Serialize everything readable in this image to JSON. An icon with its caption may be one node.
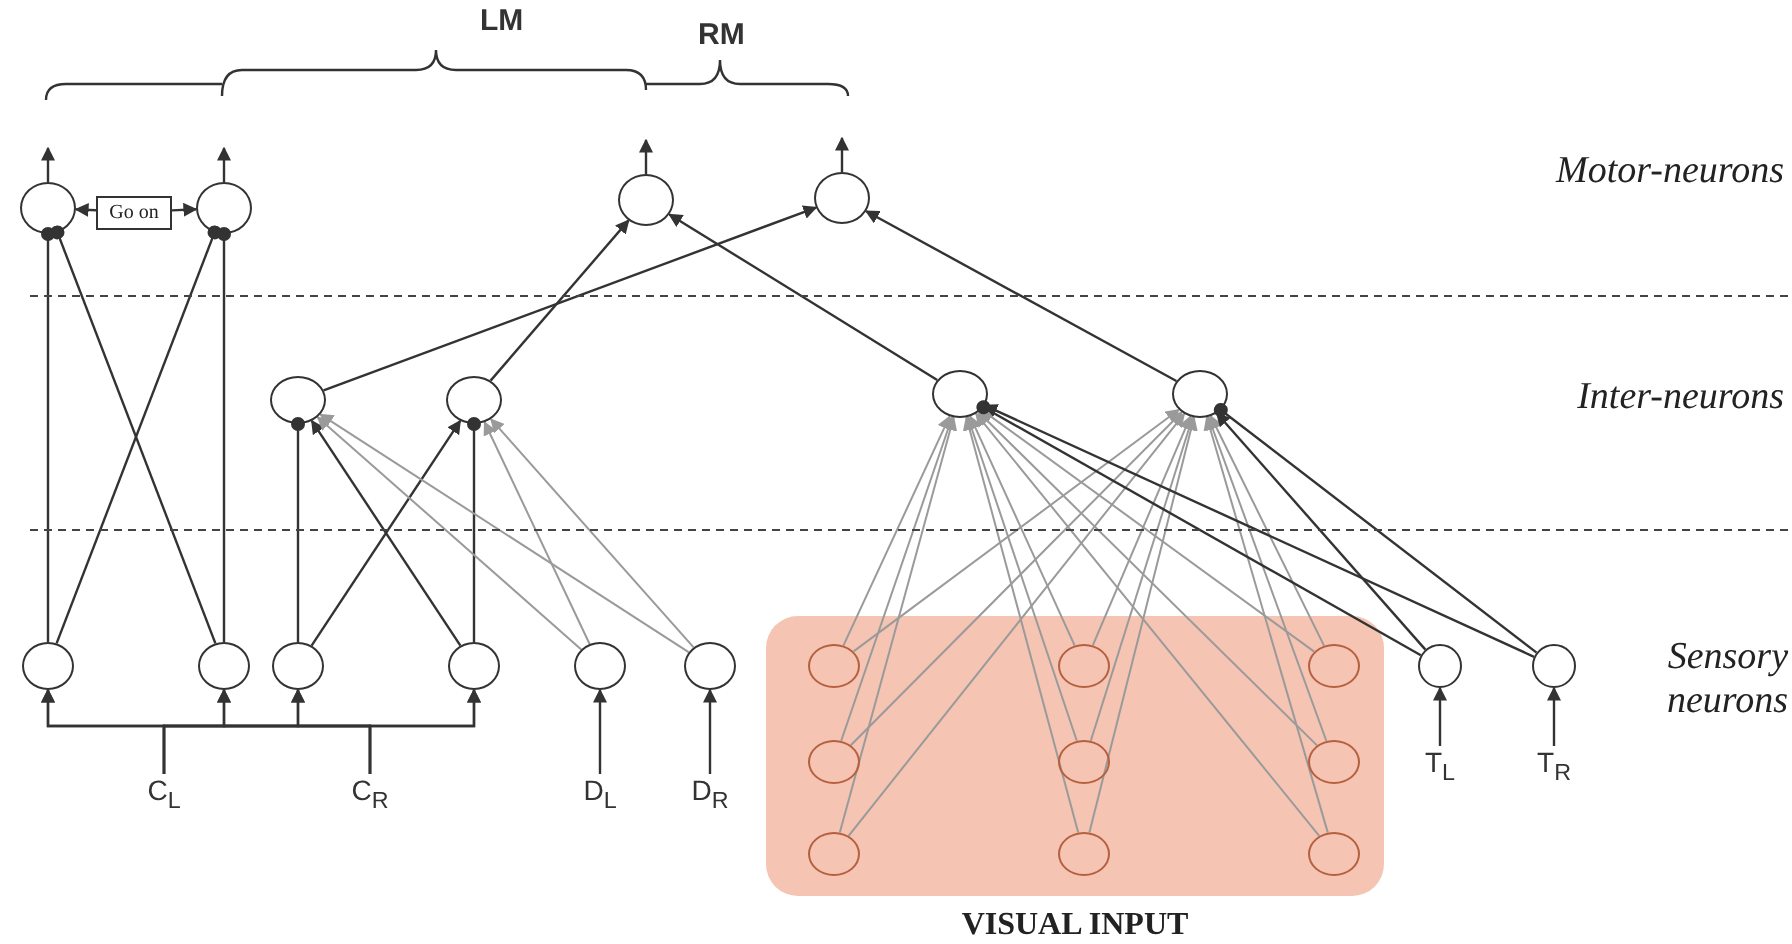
{
  "diagram": {
    "nodes": [
      {
        "text": [],
        "shape": "circle"
      },
      {
        "text": [],
        "shape": "circle"
      },
      {
        "text": [],
        "shape": "circle"
      },
      {
        "text": [],
        "shape": "circle"
      },
      {
        "text": [
          "Go on"
        ]
      },
      {
        "text": [],
        "shape": "circle"
      },
      {
        "text": [],
        "shape": "circle"
      },
      {
        "text": [],
        "shape": "circle"
      },
      {
        "text": [],
        "shape": "circle"
      },
      {
        "text": [],
        "shape": "circle"
      },
      {
        "text": [],
        "shape": "circle"
      },
      {
        "text": [],
        "shape": "circle"
      },
      {
        "text": [],
        "shape": "circle"
      },
      {
        "text": [],
        "shape": "circle"
      },
      {
        "text": [],
        "shape": "circle"
      },
      {
        "text": [
          "VISUAL INPUT"
        ]
      },
      {
        "text": [],
        "shape": "circle",
        "in": 15
      },
      {
        "text": [],
        "shape": "circle",
        "in": 15
      },
      {
        "text": [],
        "shape": "circle",
        "in": 15
      },
      {
        "text": [],
        "shape": "circle",
        "in": 15
      },
      {
        "text": [],
        "shape": "circle",
        "in": 15
      },
      {
        "text": [],
        "shape": "circle",
        "in": 15
      },
      {
        "text": [],
        "shape": "circle",
        "in": 15
      },
      {
        "text": [],
        "shape": "circle",
        "in": 15
      },
      {
        "text": [],
        "shape": "circle",
        "in": 15
      },
      {
        "text": [],
        "shape": "circle"
      },
      {
        "text": [],
        "shape": "circle"
      },
      {
        "text": [
          "C$_{L}$"
        ]
      },
      {
        "text": [
          "C$_{R}$"
        ]
      },
      {
        "text": [
          "D$_{L}$"
        ]
      },
      {
        "text": [
          "D$_{R}$"
        ]
      },
      {
        "text": [
          "T$_{L}$"
        ]
      },
      {
        "text": [
          "T$_{R}$"
        ]
      }
    ],
    "edges": [
      {
        "from": 0,
        "to": null,
        "arrow": "to"
      },
      {
        "from": 1,
        "to": null,
        "arrow": "to"
      },
      {
        "from": 2,
        "to": null,
        "arrow": "to"
      },
      {
        "from": 3,
        "to": null,
        "arrow": "to"
      },
      {
        "from": 4,
        "to": 0,
        "arrow": "to"
      },
      {
        "from": 4,
        "to": 1,
        "arrow": "to"
      },
      {
        "from": 9,
        "to": 0,
        "arrow": "other"
      },
      {
        "from": 10,
        "to": 0,
        "arrow": "other"
      },
      {
        "from": 9,
        "to": 1,
        "arrow": "other"
      },
      {
        "from": 10,
        "to": 1,
        "arrow": "other"
      },
      {
        "from": 5,
        "to": 3,
        "arrow": "to"
      },
      {
        "from": 6,
        "to": 2,
        "arrow": "to"
      },
      {
        "from": 7,
        "to": 2,
        "arrow": "to"
      },
      {
        "from": 8,
        "to": 3,
        "arrow": "to"
      },
      {
        "from": 11,
        "to": 5,
        "arrow": "other"
      },
      {
        "from": 12,
        "to": 5,
        "arrow": "to"
      },
      {
        "from": 11,
        "to": 6,
        "arrow": "to"
      },
      {
        "from": 12,
        "to": 6,
        "arrow": "other"
      },
      {
        "from": 13,
        "to": 5,
        "arrow": "to",
        "color": "#9a9a9a"
      },
      {
        "from": 14,
        "to": 5,
        "arrow": "to",
        "color": "#9a9a9a"
      },
      {
        "from": 13,
        "to": 6,
        "arrow": "to",
        "color": "#9a9a9a"
      },
      {
        "from": 14,
        "to": 6,
        "arrow": "to",
        "color": "#9a9a9a"
      },
      {
        "from": 16,
        "to": 7,
        "arrow": "to",
        "color": "#9a9a9a"
      },
      {
        "from": 16,
        "to": 8,
        "arrow": "to",
        "color": "#9a9a9a"
      },
      {
        "from": 17,
        "to": 7,
        "arrow": "to",
        "color": "#9a9a9a"
      },
      {
        "from": 17,
        "to": 8,
        "arrow": "to",
        "color": "#9a9a9a"
      },
      {
        "from": 18,
        "to": 7,
        "arrow": "to",
        "color": "#9a9a9a"
      },
      {
        "from": 18,
        "to": 8,
        "arrow": "to",
        "color": "#9a9a9a"
      },
      {
        "from": 19,
        "to": 7,
        "arrow": "to",
        "color": "#9a9a9a"
      },
      {
        "from": 19,
        "to": 8,
        "arrow": "to",
        "color": "#9a9a9a"
      },
      {
        "from": 20,
        "to": 7,
        "arrow": "to",
        "color": "#9a9a9a"
      },
      {
        "from": 20,
        "to": 8,
        "arrow": "to",
        "color": "#9a9a9a"
      },
      {
        "from": 21,
        "to": 7,
        "arrow": "to",
        "color": "#9a9a9a"
      },
      {
        "from": 21,
        "to": 8,
        "arrow": "to",
        "color": "#9a9a9a"
      },
      {
        "from": 22,
        "to": 7,
        "arrow": "to",
        "color": "#9a9a9a"
      },
      {
        "from": 22,
        "to": 8,
        "arrow": "to",
        "color": "#9a9a9a"
      },
      {
        "from": 23,
        "to": 7,
        "arrow": "to",
        "color": "#9a9a9a"
      },
      {
        "from": 23,
        "to": 8,
        "arrow": "to",
        "color": "#9a9a9a"
      },
      {
        "from": 24,
        "to": 7,
        "arrow": "to",
        "color": "#9a9a9a"
      },
      {
        "from": 24,
        "to": 8,
        "arrow": "to",
        "color": "#9a9a9a"
      },
      {
        "from": 25,
        "to": 7,
        "arrow": "other"
      },
      {
        "from": 25,
        "to": 8,
        "arrow": "to"
      },
      {
        "from": 26,
        "to": 7,
        "arrow": "to"
      },
      {
        "from": 26,
        "to": 8,
        "arrow": "other"
      },
      {
        "from": 27,
        "to": 9,
        "arrow": "to"
      },
      {
        "from": 27,
        "to": 10,
        "arrow": "to"
      },
      {
        "from": 27,
        "to": 11,
        "arrow": "to"
      },
      {
        "from": 27,
        "to": 12,
        "arrow": "to"
      },
      {
        "from": 28,
        "to": 9,
        "arrow": "to"
      },
      {
        "from": 28,
        "to": 10,
        "arrow": "to"
      },
      {
        "from": 28,
        "to": 11,
        "arrow": "to"
      },
      {
        "from": 28,
        "to": 12,
        "arrow": "to"
      },
      {
        "from": 29,
        "to": 13,
        "arrow": "to"
      },
      {
        "from": 30,
        "to": 14,
        "arrow": "to"
      },
      {
        "from": 31,
        "to": 25,
        "arrow": "to"
      },
      {
        "from": 32,
        "to": 26,
        "arrow": "to"
      }
    ],
    "labels": [
      "LM",
      "RM",
      "Motor-neurons",
      "Inter-neurons",
      "Sensory neurons"
    ]
  }
}
